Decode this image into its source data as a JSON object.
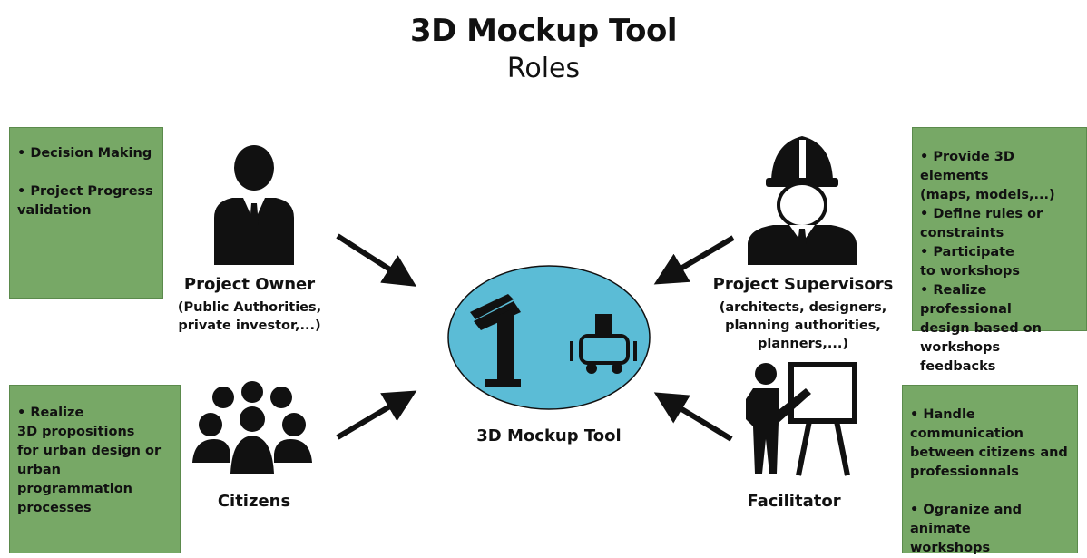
{
  "title": "3D Mockup Tool",
  "subtitle": "Roles",
  "center": {
    "label": "3D Mockup Tool"
  },
  "roles": {
    "owner": {
      "name": "Project Owner",
      "desc": "(Public Authorities,\nprivate investor,...)",
      "items": [
        "• Decision Making",
        "• Project Progress\nvalidation"
      ]
    },
    "supervisors": {
      "name": "Project Supervisors",
      "desc": "(architects, designers,\nplanning authorities,\nplanners,...)",
      "items": [
        "• Provide 3D elements\n(maps, models,...)",
        "• Define rules or\nconstraints",
        "• Participate\nto workshops",
        "• Realize professional\ndesign based on\nworkshops feedbacks"
      ]
    },
    "citizens": {
      "name": "Citizens",
      "items": [
        "• Realize\n3D propositions\nfor urban design or\nurban programmation\nprocesses"
      ]
    },
    "facilitator": {
      "name": "Facilitator",
      "items": [
        "• Handle\n communication\nbetween citizens and\nprofessionnals",
        "• Ogranize and animate\nworkshops"
      ]
    }
  },
  "icons": {
    "owner": "businessman-icon",
    "supervisors": "engineer-hardhat-icon",
    "citizens": "people-group-icon",
    "facilitator": "presenter-board-icon",
    "kiosk": "kiosk-terminal-icon",
    "headset": "vr-headset-icon"
  },
  "colors": {
    "box": "#77a866",
    "ellipse": "#5bbcd6",
    "ink": "#111111"
  }
}
